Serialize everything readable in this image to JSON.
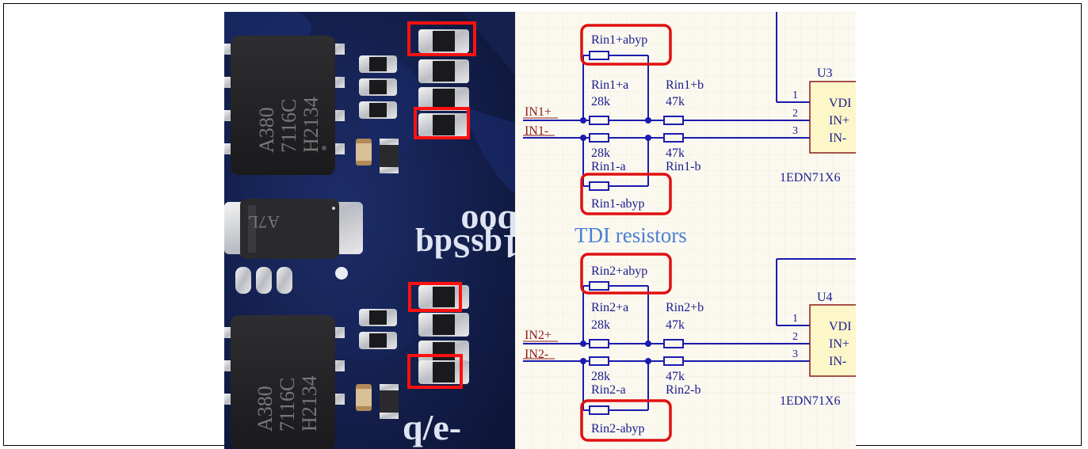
{
  "photo": {
    "silkscreen_top": "boo",
    "silkscreen_mid": "1qsSdq",
    "silkscreen_bottom": "q/e-",
    "ic1_marking": [
      "A380",
      "7116C",
      "H2134"
    ],
    "ic2_marking": [
      "A380",
      "7116C",
      "H2134"
    ],
    "diode_marking": "A7L"
  },
  "schematic": {
    "section_title": "TDI resistors",
    "colors": {
      "wire": "#1b1bb0",
      "net_label": "#8b1a1a",
      "text": "#1b1b8f",
      "title": "#4a7fd4",
      "highlight": "#e01010",
      "ic_fill": "#fdf6c8",
      "grid_bg": "#fbf9ef"
    },
    "ch1": {
      "net_pos": "IN1+",
      "net_neg": "IN1-",
      "bypass_pos": "Rin1+abyp",
      "bypass_neg": "Rin1-abyp",
      "ra_pos_name": "Rin1+a",
      "ra_pos_value": "28k",
      "rb_pos_name": "Rin1+b",
      "rb_pos_value": "47k",
      "ra_neg_name": "Rin1-a",
      "ra_neg_value": "28k",
      "rb_neg_name": "Rin1-b",
      "rb_neg_value": "47k",
      "ic_ref": "U3",
      "ic_part": "1EDN71X6",
      "pin1": "1",
      "pin2": "2",
      "pin3": "3",
      "pin1_name": "VDI",
      "pin2_name": "IN+",
      "pin3_name": "IN-"
    },
    "ch2": {
      "net_pos": "IN2+",
      "net_neg": "IN2-",
      "bypass_pos": "Rin2+abyp",
      "bypass_neg": "Rin2-abyp",
      "ra_pos_name": "Rin2+a",
      "ra_pos_value": "28k",
      "rb_pos_name": "Rin2+b",
      "rb_pos_value": "47k",
      "ra_neg_name": "Rin2-a",
      "ra_neg_value": "28k",
      "rb_neg_name": "Rin2-b",
      "rb_neg_value": "47k",
      "ic_ref": "U4",
      "ic_part": "1EDN71X6",
      "pin1": "1",
      "pin2": "2",
      "pin3": "3",
      "pin1_name": "VDI",
      "pin2_name": "IN+",
      "pin3_name": "IN-"
    }
  }
}
